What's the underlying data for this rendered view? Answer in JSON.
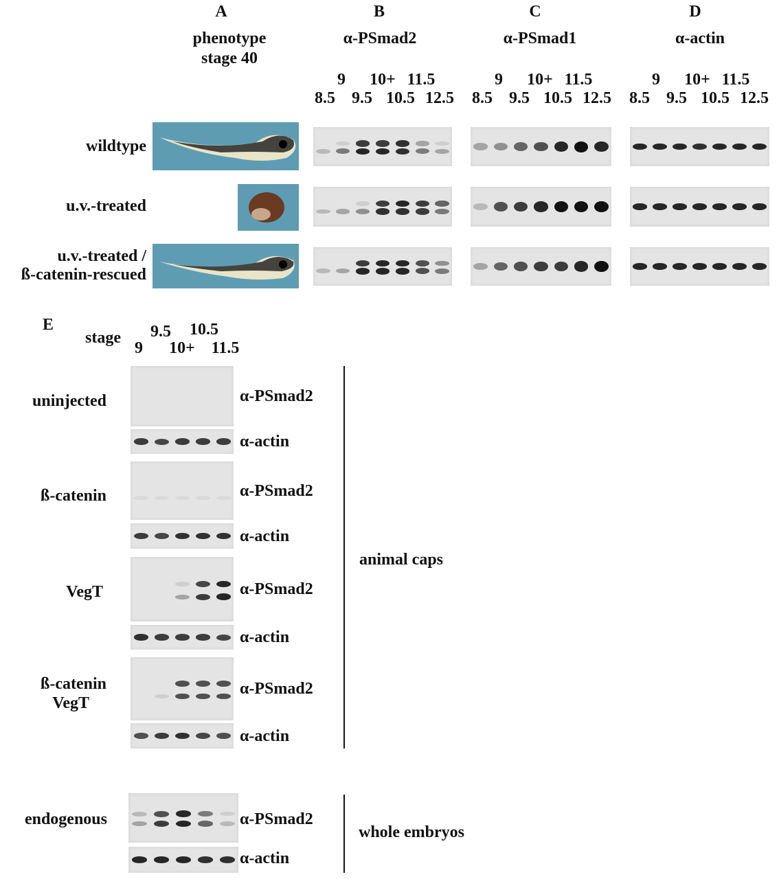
{
  "headers": {
    "A": "A",
    "A_title": "phenotype",
    "A_sub": "stage 40",
    "B": "B",
    "B_title": "α-PSmad2",
    "C": "C",
    "C_title": "α-PSmad1",
    "D": "D",
    "D_title": "α-actin"
  },
  "stages_top": [
    "9",
    "10+",
    "11.5"
  ],
  "stages_bottom": [
    "8.5",
    "9.5",
    "10.5",
    "12.5"
  ],
  "rows": [
    {
      "label": "wildtype"
    },
    {
      "label": "u.v.-treated"
    },
    {
      "label1": "u.v.-treated /",
      "label2": "ß-catenin-rescued"
    }
  ],
  "blots_top": {
    "B": [
      [
        [
          0,
          0.1,
          0.8,
          0.8,
          0.85,
          0.3,
          0.1
        ],
        [
          0.2,
          0.5,
          0.9,
          0.9,
          0.85,
          0.5,
          0.3
        ]
      ],
      [
        [
          0,
          0,
          0.1,
          0.8,
          0.9,
          0.8,
          0.6
        ],
        [
          0.2,
          0.3,
          0.4,
          0.85,
          0.85,
          0.8,
          0.5
        ]
      ],
      [
        [
          0,
          0,
          0.8,
          0.9,
          0.9,
          0.7,
          0.4
        ],
        [
          0.2,
          0.3,
          0.9,
          0.9,
          0.9,
          0.7,
          0.5
        ]
      ]
    ],
    "C": [
      [
        [
          0.3,
          0.4,
          0.6,
          0.7,
          0.9,
          1,
          0.9
        ]
      ],
      [
        [
          0.2,
          0.7,
          0.8,
          0.9,
          1,
          1,
          1
        ]
      ],
      [
        [
          0.3,
          0.6,
          0.7,
          0.8,
          0.8,
          0.9,
          1
        ]
      ]
    ],
    "D": [
      [
        [
          0.9,
          0.9,
          0.9,
          0.85,
          0.9,
          0.9,
          0.9
        ]
      ],
      [
        [
          0.9,
          0.9,
          0.9,
          0.9,
          0.9,
          0.9,
          0.9
        ]
      ],
      [
        [
          0.9,
          0.9,
          0.9,
          0.9,
          0.9,
          0.9,
          0.9
        ]
      ]
    ]
  },
  "panelE": {
    "label": "E",
    "stage_label": "stage",
    "stages": [
      "9",
      "9.5",
      "10+",
      "10.5",
      "11.5"
    ],
    "groups": [
      {
        "label1": "uninjected",
        "psmad2": [
          [
            0,
            0,
            0,
            0,
            0
          ],
          [
            0,
            0,
            0,
            0,
            0
          ]
        ],
        "actin": [
          0.8,
          0.75,
          0.8,
          0.8,
          0.8
        ]
      },
      {
        "label1": "ß-catenin",
        "psmad2": [
          [
            0,
            0,
            0,
            0,
            0
          ],
          [
            0.05,
            0.05,
            0.05,
            0.05,
            0.05
          ]
        ],
        "actin": [
          0.8,
          0.75,
          0.85,
          0.85,
          0.85
        ]
      },
      {
        "label1": "VegT",
        "psmad2": [
          [
            0,
            0,
            0.1,
            0.75,
            0.9
          ],
          [
            0,
            0,
            0.3,
            0.8,
            0.9
          ]
        ],
        "actin": [
          0.85,
          0.8,
          0.8,
          0.8,
          0.75
        ]
      },
      {
        "label1": "ß-catenin",
        "label2": "VegT",
        "psmad2": [
          [
            0,
            0,
            0.7,
            0.7,
            0.7
          ],
          [
            0,
            0.1,
            0.7,
            0.7,
            0.7
          ]
        ],
        "actin": [
          0.7,
          0.8,
          0.85,
          0.75,
          0.7
        ]
      }
    ],
    "endogenous": {
      "label1": "endogenous",
      "psmad2": [
        [
          0.2,
          0.7,
          0.9,
          0.5,
          0.1
        ],
        [
          0.3,
          0.8,
          0.9,
          0.6,
          0.2
        ]
      ],
      "actin": [
        0.9,
        0.9,
        0.9,
        0.85,
        0.85
      ]
    },
    "psmad2_label": "α-PSmad2",
    "actin_label": "α-actin",
    "animal_caps": "animal caps",
    "whole_embryos": "whole embryos"
  },
  "colors": {
    "embryo_bg": "#5e9cb4"
  }
}
